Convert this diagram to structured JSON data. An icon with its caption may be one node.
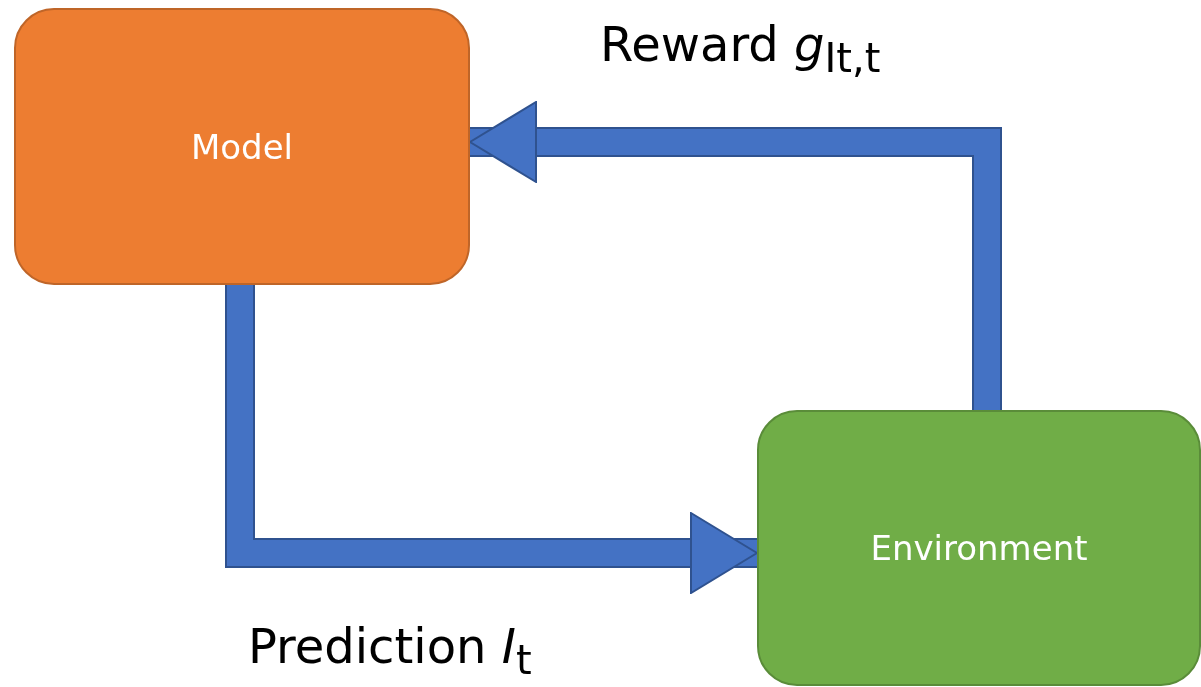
{
  "diagram": {
    "nodes": [
      {
        "text": [
          "Model"
        ]
      },
      {
        "text": [
          "Environment"
        ]
      }
    ],
    "edges": [
      {
        "from": 0,
        "to": 1,
        "arrow": "to",
        "label": "Prediction *I*$_{t}$"
      },
      {
        "from": 1,
        "to": 0,
        "arrow": "to",
        "label": "Reward *g*$_{It,t}$"
      }
    ]
  }
}
